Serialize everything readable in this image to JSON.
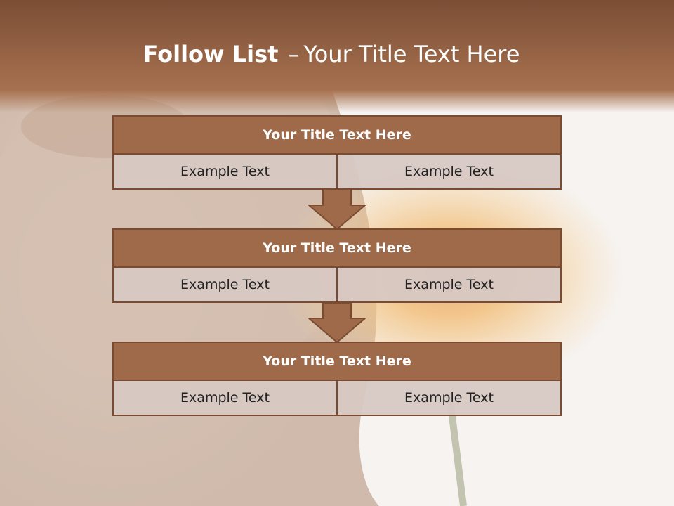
{
  "title": {
    "bold": "Follow List",
    "dash": "–",
    "rest": "Your Title Text Here"
  },
  "colors": {
    "header_band": "#8a5a3c",
    "block_title": "#9e6a4a",
    "border": "#7a4b30",
    "cell_bg": "#d7c8c3"
  },
  "blocks": [
    {
      "title": "Your Title Text Here",
      "left": "Example Text",
      "right": "Example Text"
    },
    {
      "title": "Your Title Text Here",
      "left": "Example Text",
      "right": "Example Text"
    },
    {
      "title": "Your Title Text Here",
      "left": "Example Text",
      "right": "Example Text"
    }
  ]
}
